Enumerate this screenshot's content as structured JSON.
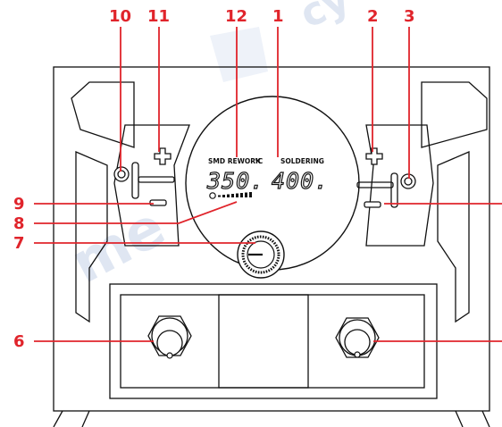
{
  "watermark": {
    "text_left": "me",
    "text_right": "cy"
  },
  "display": {
    "mode_left": "SMD REWORK",
    "unit": "°C",
    "mode_right": "SOLDERING",
    "temp_left": "350.",
    "temp_right": "400."
  },
  "callouts": {
    "c1": "1",
    "c2": "2",
    "c3": "3",
    "c6": "6",
    "c7": "7",
    "c8": "8",
    "c9": "9",
    "c10": "10",
    "c11": "11",
    "c12": "12"
  },
  "colors": {
    "callout": "#e0242b",
    "line": "#111111",
    "watermark": "#dfe6f2"
  }
}
